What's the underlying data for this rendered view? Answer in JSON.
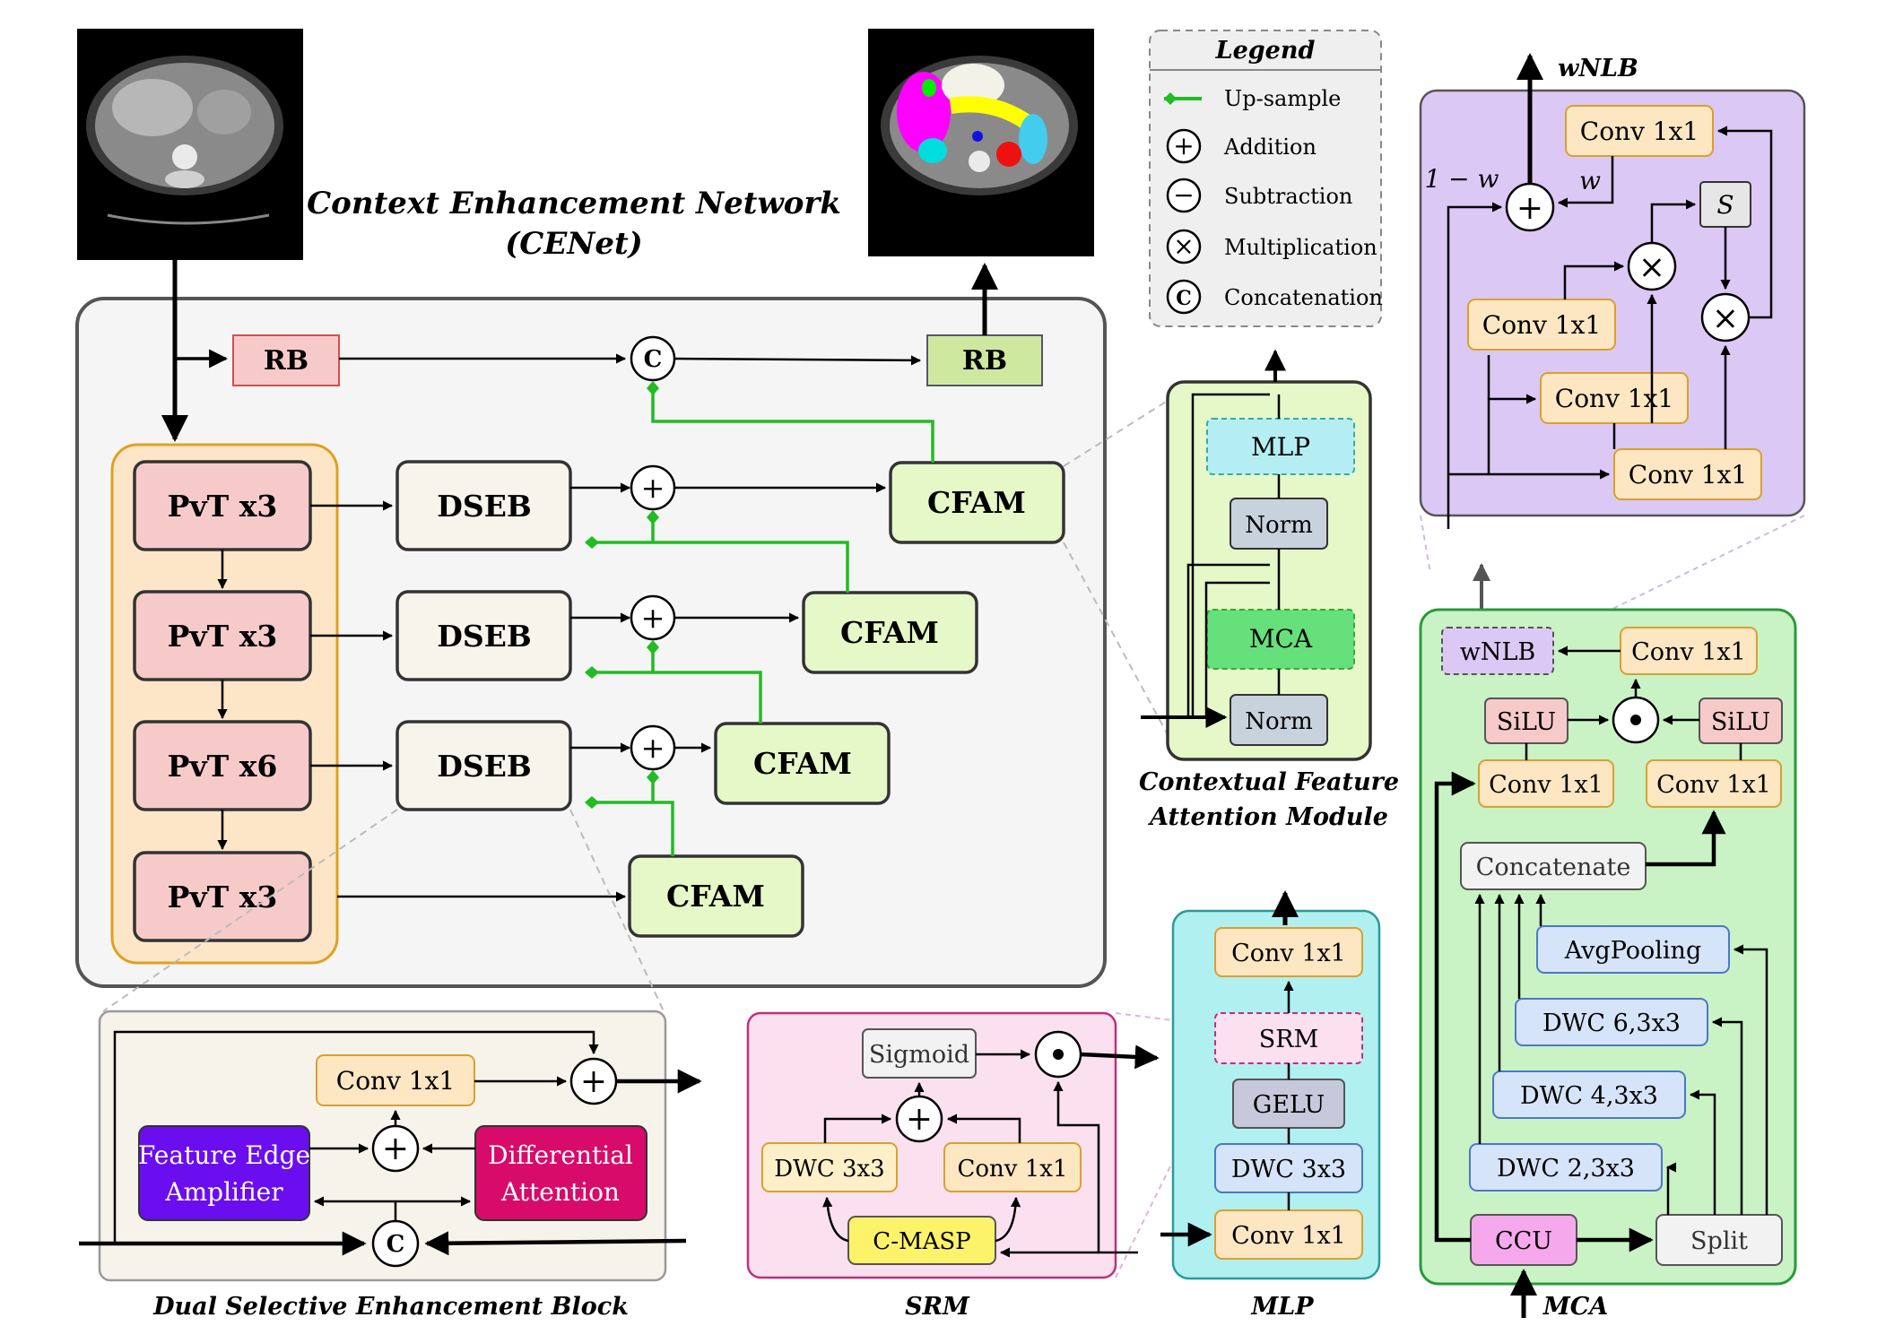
{
  "title": {
    "line1": "Context Enhancement Network",
    "line2": "(CENet)"
  },
  "legend": {
    "title": "Legend",
    "items": [
      "Up-sample",
      "Addition",
      "Subtraction",
      "Multiplication",
      "Concatenation"
    ],
    "symbols": {
      "addition": "+",
      "subtraction": "−",
      "multiplication": "×",
      "concatenation": "C"
    }
  },
  "cenet": {
    "rb_left": "RB",
    "rb_right": "RB",
    "concat": "C",
    "pvt": [
      "PvT x3",
      "PvT x3",
      "PvT x6",
      "PvT x3"
    ],
    "dseb": [
      "DSEB",
      "DSEB",
      "DSEB"
    ],
    "cfam": [
      "CFAM",
      "CFAM",
      "CFAM",
      "CFAM"
    ]
  },
  "cfam_module": {
    "caption_line1": "Contextual Feature",
    "caption_line2": "Attention Module",
    "mlp": "MLP",
    "norm_top": "Norm",
    "mca": "MCA",
    "norm_bottom": "Norm"
  },
  "wnlb": {
    "title": "wNLB",
    "conv_top": "Conv 1x1",
    "conv_left": "Conv 1x1",
    "conv_mid": "Conv 1x1",
    "conv_bottom": "Conv 1x1",
    "s": "S",
    "one_minus_w": "1 − w",
    "w": "w"
  },
  "dseb_block": {
    "caption": "Dual Selective Enhancement Block",
    "conv": "Conv 1x1",
    "fea_line1": "Feature Edge",
    "fea_line2": "Amplifier",
    "diff_line1": "Differential",
    "diff_line2": "Attention",
    "concat": "C"
  },
  "srm": {
    "caption": "SRM",
    "sigmoid": "Sigmoid",
    "dwc": "DWC 3x3",
    "conv": "Conv 1x1",
    "cmasp": "C-MASP"
  },
  "mlp": {
    "caption": "MLP",
    "conv_top": "Conv 1x1",
    "srm": "SRM",
    "gelu": "GELU",
    "dwc": "DWC 3x3",
    "conv_bottom": "Conv 1x1"
  },
  "mca": {
    "caption": "MCA",
    "wnlb": "wNLB",
    "conv_right_top": "Conv 1x1",
    "silu_left": "SiLU",
    "silu_right": "SiLU",
    "conv_left": "Conv 1x1",
    "conv_right": "Conv 1x1",
    "concatenate": "Concatenate",
    "avgpool": "AvgPooling",
    "dwc6": "DWC 6,3x3",
    "dwc4": "DWC 4,3x3",
    "dwc2": "DWC 2,3x3",
    "ccu": "CCU",
    "split": "Split"
  },
  "colors": {
    "upsample": "#22bb22",
    "pvt": "#f7caca",
    "cfam": "#e6f7c8",
    "mca_bg": "#c9f3c4",
    "mlp_bg": "#b0f0f0",
    "wnlb_bg": "#dcc8f5",
    "srm_bg": "#fbe0ef",
    "conv_box": "#fde6c2"
  }
}
